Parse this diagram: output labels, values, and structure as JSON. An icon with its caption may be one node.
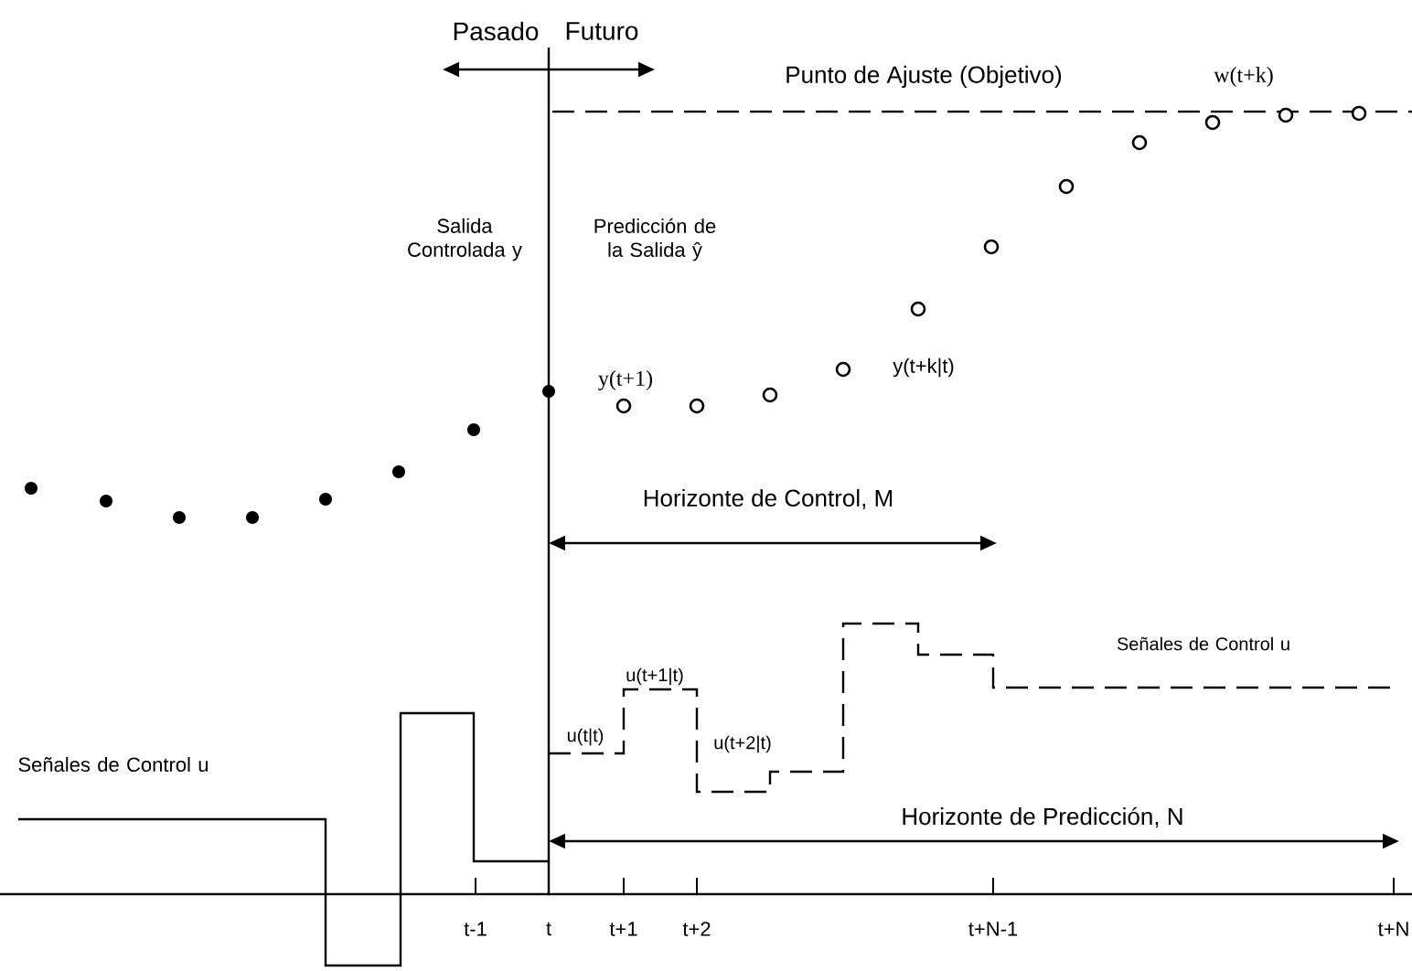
{
  "diagram": {
    "labels": [
      "Pasado",
      "Futuro",
      "Punto de Ajuste (Objetivo)",
      "w(t+k)",
      "Salida Controlada y",
      "Predicción de la Salida ŷ",
      "y(t+1)",
      "y(t+k|t)",
      "Horizonte de Control, M",
      "Señales de Control u",
      "u(t+1|t)",
      "Señales de Control u",
      "u(t|t)",
      "u(t+2|t)",
      "Horizonte de Predicción, N",
      "t-1",
      "t",
      "t+1",
      "t+2",
      "t+N-1",
      "t+N"
    ]
  }
}
